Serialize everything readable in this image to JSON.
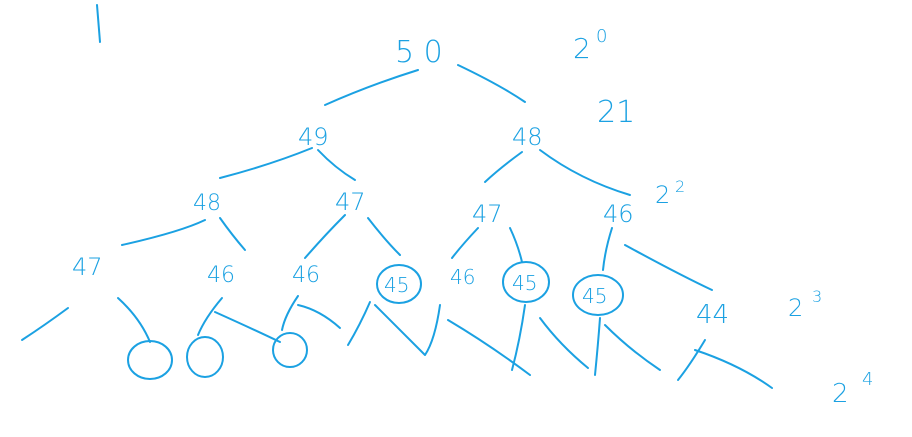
{
  "ink_color": "#1ba1e2",
  "root": "5 0",
  "level1": [
    "49",
    "48"
  ],
  "level2": [
    "48",
    "47",
    "47",
    "46"
  ],
  "level3": [
    "47",
    "46",
    "46",
    "45",
    "46",
    "45",
    "45",
    "44"
  ],
  "circled": [
    "45",
    "45",
    "45"
  ],
  "powers": {
    "p0_base": "2",
    "p0_exp": "0",
    "p1": "21",
    "p2_base": "2",
    "p2_exp": "2",
    "p3_base": "2",
    "p3_exp": "3",
    "p4_base": "2",
    "p4_exp": "4"
  }
}
